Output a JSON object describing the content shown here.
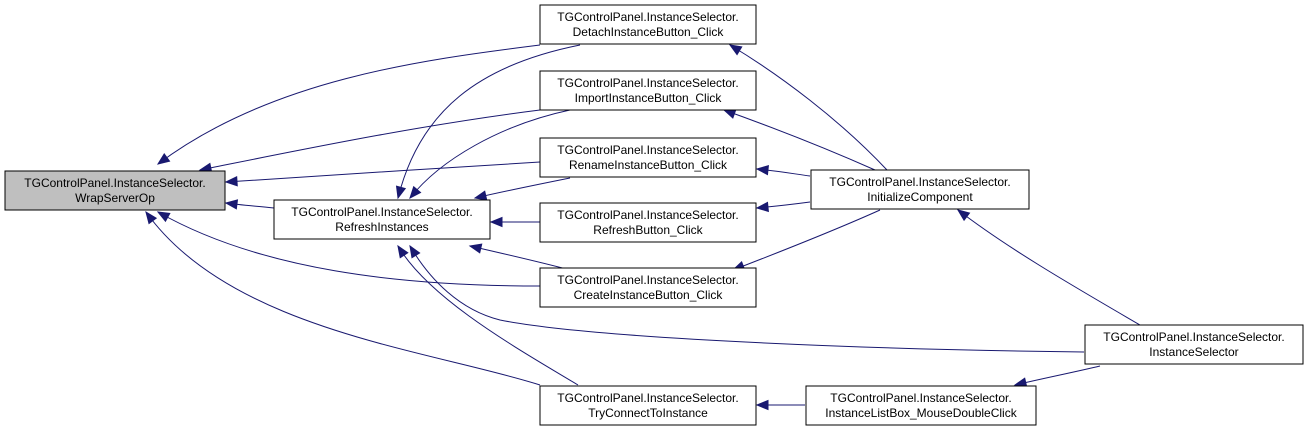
{
  "nodes": [
    {
      "id": "wrap",
      "line1": "TGControlPanel.InstanceSelector.",
      "line2": "WrapServerOp",
      "focus": true
    },
    {
      "id": "refresh",
      "line1": "TGControlPanel.InstanceSelector.",
      "line2": "RefreshInstances"
    },
    {
      "id": "detach",
      "line1": "TGControlPanel.InstanceSelector.",
      "line2": "DetachInstanceButton_Click"
    },
    {
      "id": "import",
      "line1": "TGControlPanel.InstanceSelector.",
      "line2": "ImportInstanceButton_Click"
    },
    {
      "id": "rename",
      "line1": "TGControlPanel.InstanceSelector.",
      "line2": "RenameInstanceButton_Click"
    },
    {
      "id": "refreshbtn",
      "line1": "TGControlPanel.InstanceSelector.",
      "line2": "RefreshButton_Click"
    },
    {
      "id": "create",
      "line1": "TGControlPanel.InstanceSelector.",
      "line2": "CreateInstanceButton_Click"
    },
    {
      "id": "tryconnect",
      "line1": "TGControlPanel.InstanceSelector.",
      "line2": "TryConnectToInstance"
    },
    {
      "id": "init",
      "line1": "TGControlPanel.InstanceSelector.",
      "line2": "InitializeComponent"
    },
    {
      "id": "listbox",
      "line1": "TGControlPanel.InstanceSelector.",
      "line2": "InstanceListBox_MouseDoubleClick"
    },
    {
      "id": "ctor",
      "line1": "TGControlPanel.InstanceSelector.",
      "line2": "InstanceSelector"
    }
  ],
  "edges": [
    {
      "from": "detach",
      "to": "wrap"
    },
    {
      "from": "import",
      "to": "wrap"
    },
    {
      "from": "rename",
      "to": "wrap"
    },
    {
      "from": "refresh",
      "to": "wrap"
    },
    {
      "from": "create",
      "to": "wrap"
    },
    {
      "from": "tryconnect",
      "to": "wrap"
    },
    {
      "from": "detach",
      "to": "refresh"
    },
    {
      "from": "import",
      "to": "refresh"
    },
    {
      "from": "rename",
      "to": "refresh"
    },
    {
      "from": "refreshbtn",
      "to": "refresh"
    },
    {
      "from": "create",
      "to": "refresh"
    },
    {
      "from": "tryconnect",
      "to": "refresh"
    },
    {
      "from": "ctor",
      "to": "refresh"
    },
    {
      "from": "init",
      "to": "detach"
    },
    {
      "from": "init",
      "to": "import"
    },
    {
      "from": "init",
      "to": "rename"
    },
    {
      "from": "init",
      "to": "refreshbtn"
    },
    {
      "from": "init",
      "to": "create"
    },
    {
      "from": "ctor",
      "to": "init"
    },
    {
      "from": "listbox",
      "to": "tryconnect"
    },
    {
      "from": "ctor",
      "to": "listbox"
    }
  ],
  "colors": {
    "edge": "#191970",
    "focus_fill": "#bfbfbf"
  }
}
